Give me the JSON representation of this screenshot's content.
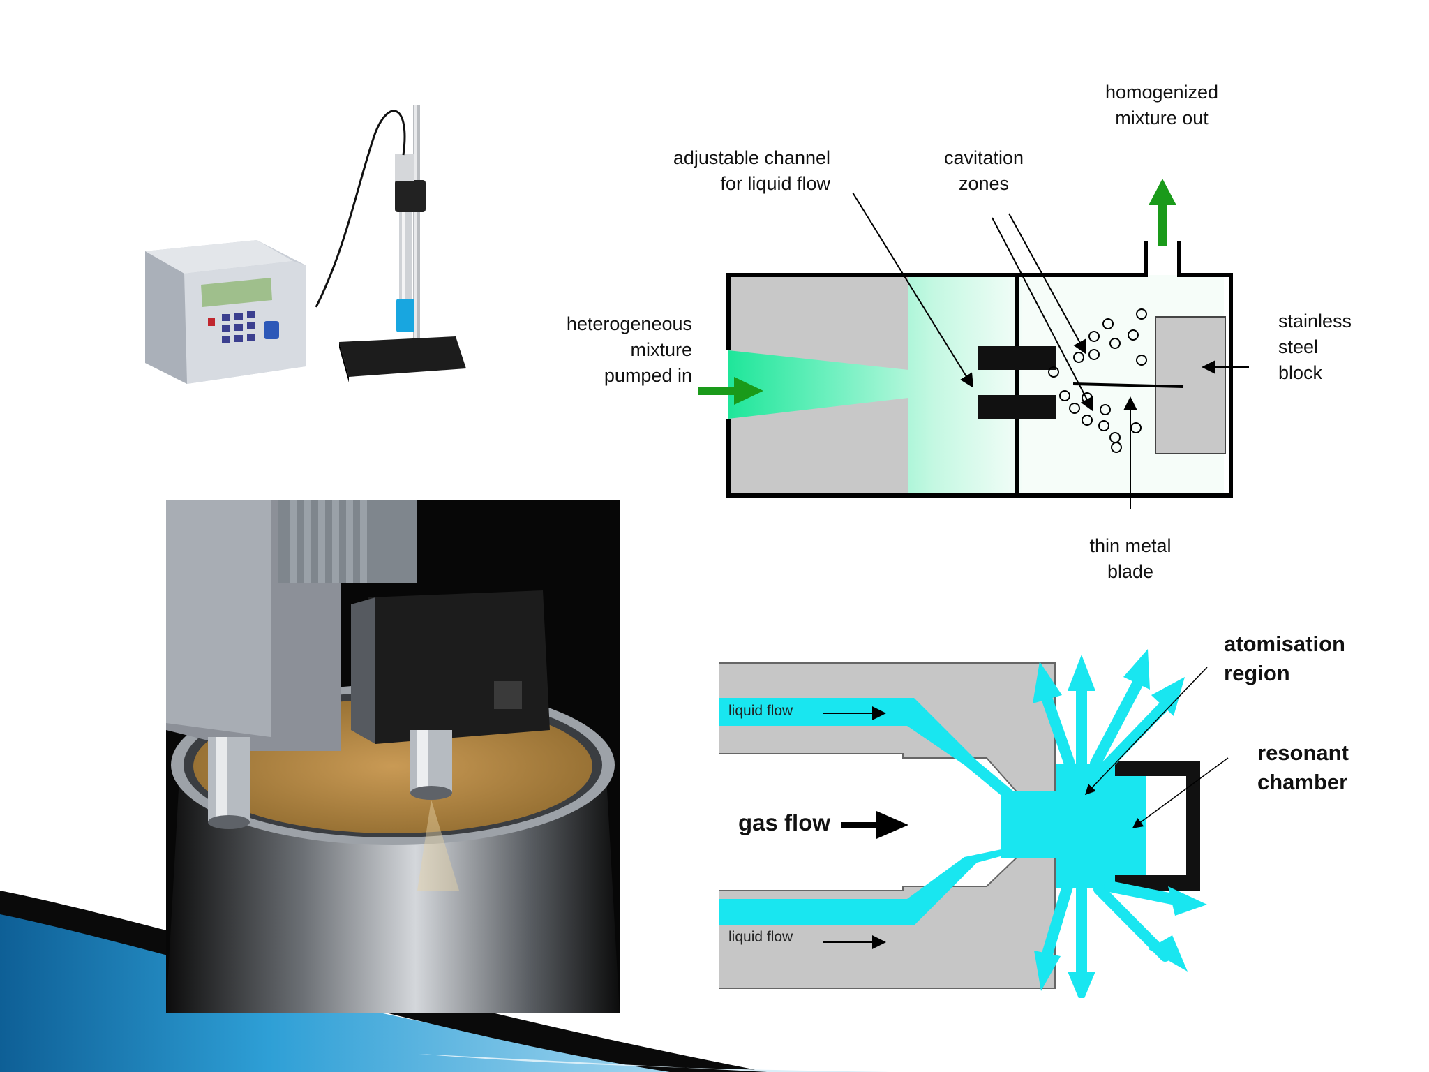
{
  "slide": {
    "colors": {
      "background": "#ffffff",
      "accent_blue": "#1d8fc9",
      "accent_dark": "#0a0a0a"
    }
  },
  "hydrodynamic_diagram": {
    "label_heterogeneous": [
      "heterogeneous",
      "mixture",
      "pumped in"
    ],
    "label_adjustable": [
      "adjustable channel",
      "for liquid flow"
    ],
    "label_cavitation": [
      "cavitation",
      "zones"
    ],
    "label_homogenized": [
      "homogenized",
      "mixture out"
    ],
    "label_stainless": [
      "stainless",
      "steel",
      "block"
    ],
    "label_blade": [
      "thin metal",
      "blade"
    ],
    "colors": {
      "green_flow": "#1fe69a",
      "arrow_green": "#1a9a1a",
      "gray_block": "#c8c8c8"
    }
  },
  "atomiser_diagram": {
    "label_liquid_flow_top": "liquid flow",
    "label_liquid_flow_bottom": "liquid flow",
    "label_gas_flow": "gas flow",
    "label_atomisation": [
      "atomisation",
      "region"
    ],
    "label_resonant": [
      "resonant",
      "chamber"
    ],
    "colors": {
      "cyan": "#19e6f0",
      "gray_body": "#c6c6c6",
      "chamber": "#111111"
    }
  },
  "photos": {
    "benchtop_unit": {
      "icon": "ultrasonic-processor-photo"
    },
    "industrial_tank": {
      "icon": "industrial-sonicator-photo"
    }
  }
}
